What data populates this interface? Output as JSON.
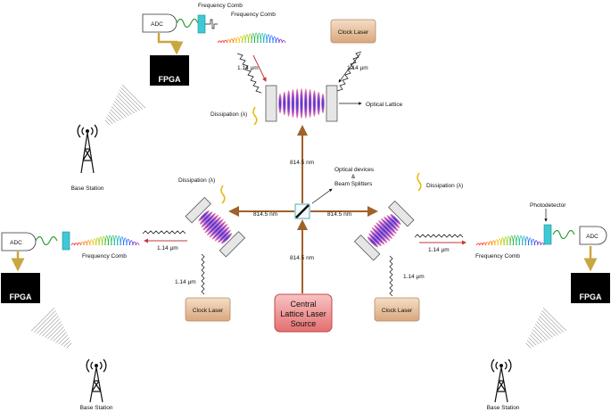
{
  "labels": {
    "frequency_comb": "Frequency Comb",
    "clock_laser": "Clock Laser",
    "wavelength_1_14": "1.14  μm",
    "optical_lattice": "Optical Lattice",
    "dissipation": "Dissipation (λ)",
    "wavelength_814": "814.5 nm",
    "optical_devices": "Optical devices",
    "ampersand": "&",
    "beam_splitters": "Beam Splitters",
    "adc": "ADC",
    "fpga": "FPGA",
    "base_station": "Base Station",
    "photodetector": "Photodetector",
    "central_line1": "Central",
    "central_line2": "Lattice Laser",
    "central_line3": "Source"
  },
  "colors": {
    "brown_arrow": "#a0612a",
    "gold_arrow": "#c9a640",
    "red_arrow": "#c23a3a",
    "clock_box": "#e8c7a5",
    "central_box": "#f2a0a0",
    "photodetector": "#3ec9d6",
    "dissipation": "#e6b800"
  }
}
